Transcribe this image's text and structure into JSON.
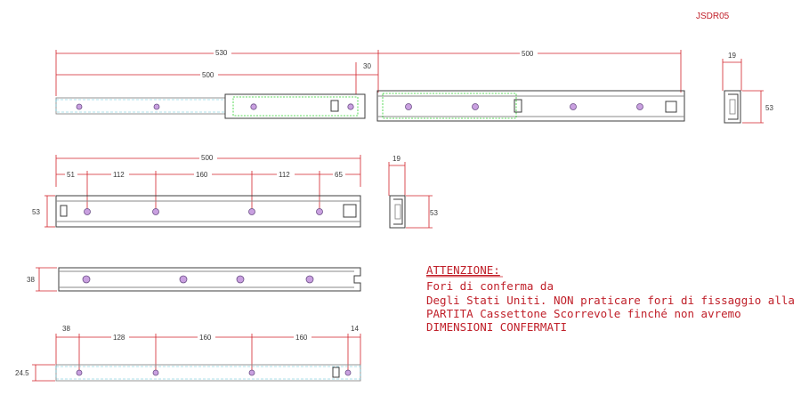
{
  "drawing_code": "JSDR05",
  "views": {
    "top": {
      "dim_total": "530",
      "dim_inner": "500",
      "dim_gap": "30",
      "dim_right": "500",
      "side_width": "19",
      "side_height": "53"
    },
    "front": {
      "dim_total": "500",
      "holes": [
        "51",
        "112",
        "160",
        "112",
        "65"
      ],
      "height": "53",
      "side_width": "19",
      "side_height": "53"
    },
    "inner": {
      "height": "38"
    },
    "bottom": {
      "holes": [
        "38",
        "128",
        "160",
        "160",
        "14"
      ],
      "height": "24.5"
    }
  },
  "notice": {
    "title": "ATTENZIONE:",
    "lines": [
      "Fori di conferma da",
      "Degli Stati Uniti. NON praticare fori di fissaggio alla",
      "PARTITA Cassettone Scorrevole finché non avremo",
      "DIMENSIONI CONFERMATI"
    ]
  }
}
